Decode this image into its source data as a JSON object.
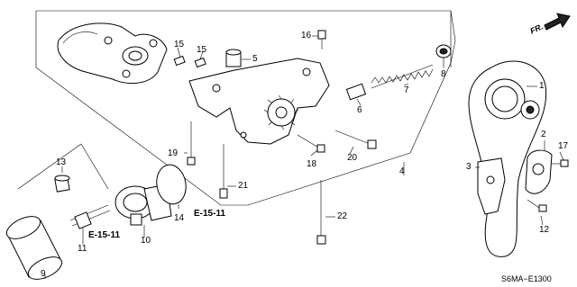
{
  "callouts": {
    "c1": "1",
    "c2": "2",
    "c3": "3",
    "c4": "4",
    "c5": "5",
    "c6": "6",
    "c7": "7",
    "c8": "8",
    "c9": "9",
    "c10": "10",
    "c11": "11",
    "c12": "12",
    "c13": "13",
    "c14": "14",
    "c15a": "15",
    "c15b": "15",
    "c16": "16",
    "c17": "17",
    "c18": "18",
    "c19": "19",
    "c20": "20",
    "c21": "21",
    "c22": "22"
  },
  "references": {
    "ref_a": "E-15-11",
    "ref_b": "E-15-11"
  },
  "direction_label": "FR.",
  "diagram_code": "S6MA−E1300",
  "icons": [
    "front-direction-arrow-icon"
  ]
}
